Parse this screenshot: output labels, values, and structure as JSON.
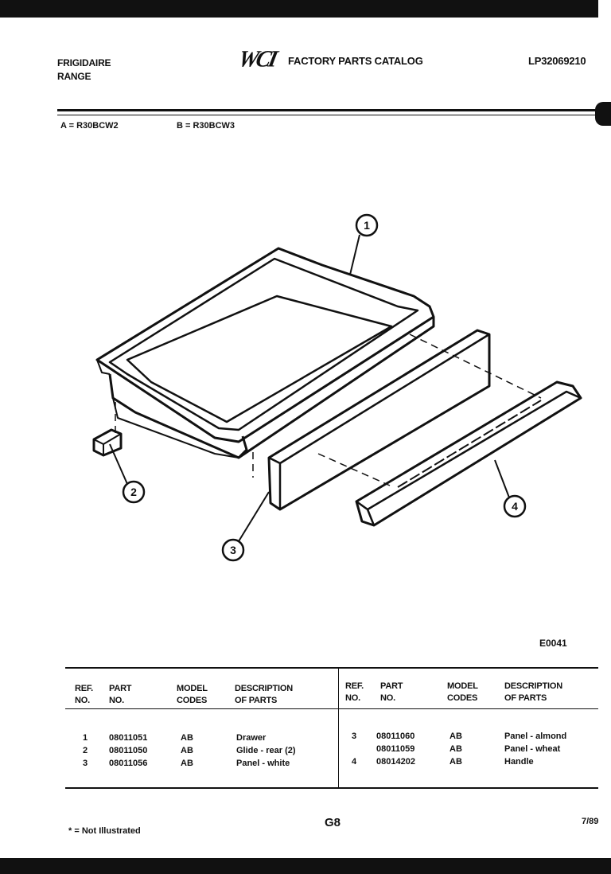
{
  "header": {
    "brand_line1": "FRIGIDAIRE",
    "brand_line2": "RANGE",
    "logo": "WCI",
    "catalog_title": "FACTORY PARTS CATALOG",
    "catalog_number": "LP32069210"
  },
  "models": {
    "a": "A = R30BCW2",
    "b": "B = R30BCW3"
  },
  "diagram": {
    "callouts": [
      "1",
      "2",
      "3",
      "4"
    ],
    "code": "E0041"
  },
  "table": {
    "headers": {
      "ref": "REF.",
      "ref2": "NO.",
      "part": "PART",
      "part2": "NO.",
      "model": "MODEL",
      "model2": "CODES",
      "desc": "DESCRIPTION",
      "desc2": "OF PARTS"
    },
    "left_rows": [
      {
        "ref": "1",
        "part": "08011051",
        "codes": "AB",
        "desc": "Drawer"
      },
      {
        "ref": "2",
        "part": "08011050",
        "codes": "AB",
        "desc": "Glide - rear (2)"
      },
      {
        "ref": "3",
        "part": "08011056",
        "codes": "AB",
        "desc": "Panel - white"
      }
    ],
    "right_rows": [
      {
        "ref": "3",
        "part": "08011060",
        "codes": "AB",
        "desc": "Panel - almond"
      },
      {
        "ref": "",
        "part": "08011059",
        "codes": "AB",
        "desc": "Panel - wheat"
      },
      {
        "ref": "4",
        "part": "08014202",
        "codes": "AB",
        "desc": "Handle"
      }
    ]
  },
  "footer": {
    "note": "* = Not Illustrated",
    "page": "G8",
    "date": "7/89"
  }
}
